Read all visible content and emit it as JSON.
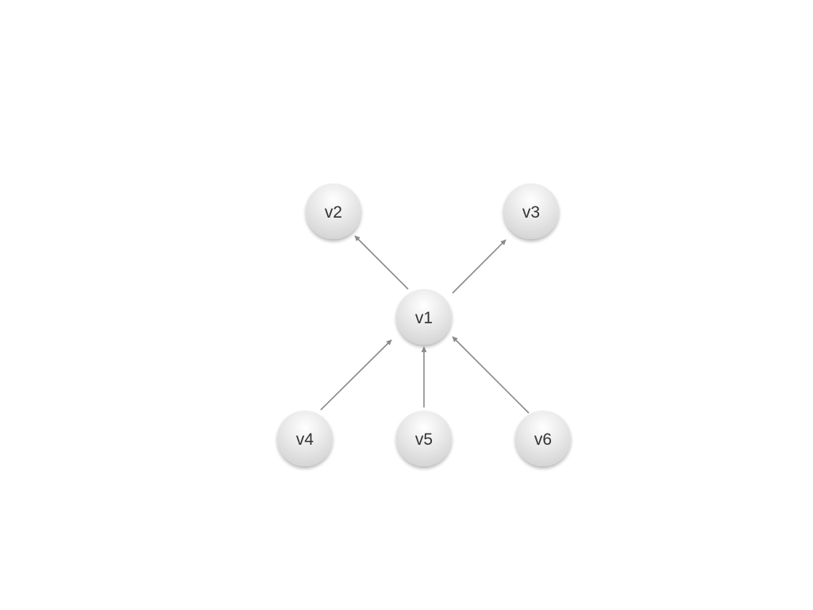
{
  "diagram": {
    "type": "directed-graph",
    "colors": {
      "edge": "#8a8a8a",
      "node_light": "#ffffff",
      "node_dark": "#d2d2d2",
      "text": "#333333"
    },
    "nodes": [
      {
        "id": "v1",
        "label": "v1"
      },
      {
        "id": "v2",
        "label": "v2"
      },
      {
        "id": "v3",
        "label": "v3"
      },
      {
        "id": "v4",
        "label": "v4"
      },
      {
        "id": "v5",
        "label": "v5"
      },
      {
        "id": "v6",
        "label": "v6"
      }
    ],
    "edges": [
      {
        "from": "v1",
        "to": "v2"
      },
      {
        "from": "v1",
        "to": "v3"
      },
      {
        "from": "v4",
        "to": "v1"
      },
      {
        "from": "v5",
        "to": "v1"
      },
      {
        "from": "v6",
        "to": "v1"
      }
    ]
  }
}
